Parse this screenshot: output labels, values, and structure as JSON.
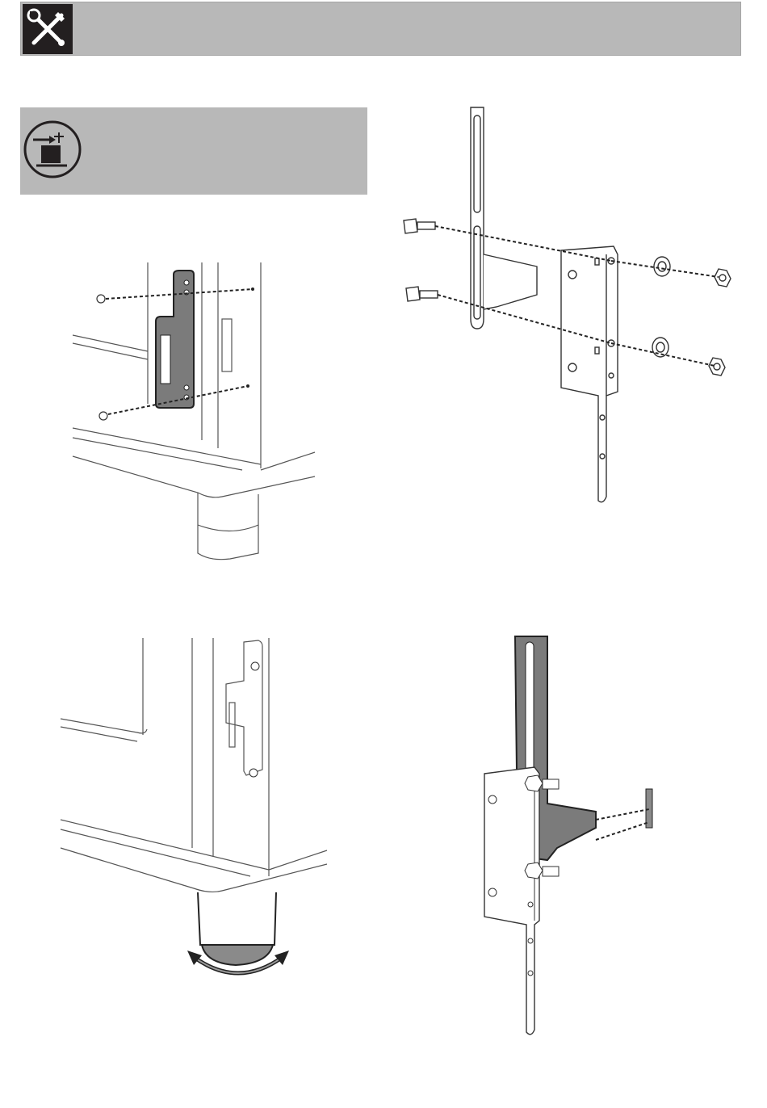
{
  "header": {
    "icon": "wrench-screwdriver-icon",
    "colors": {
      "bar": "#b8b8b8",
      "icon_bg": "#231f20"
    }
  },
  "notice": {
    "icon": "cabinet-leveling-icon",
    "colors": {
      "box": "#b8b8b8"
    }
  },
  "figures": [
    {
      "name": "bracket-mount-on-appliance",
      "icon": "bracket-screws-illustration"
    },
    {
      "name": "bracket-bolt-assembly",
      "icon": "exploded-bracket-bolts-illustration"
    },
    {
      "name": "adjust-foot",
      "icon": "rotating-foot-illustration"
    },
    {
      "name": "bracket-to-wall",
      "icon": "assembled-bracket-wall-illustration"
    }
  ]
}
